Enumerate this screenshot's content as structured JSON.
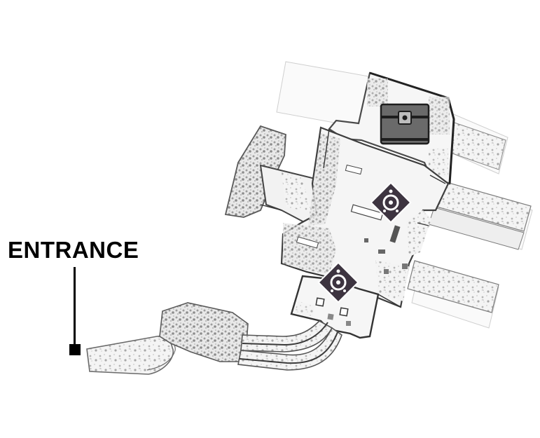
{
  "map": {
    "entrance_label": "ENTRANCE",
    "markers": [
      {
        "type": "entrance",
        "icon": "square-marker-icon"
      },
      {
        "type": "treasure-chest",
        "icon": "treasure-chest-icon"
      },
      {
        "type": "objective",
        "icon": "ring-diamond-icon"
      },
      {
        "type": "objective",
        "icon": "ring-diamond-icon"
      }
    ]
  },
  "colors": {
    "background": "#ffffff",
    "label": "#000000",
    "floor": "#f3f3f3",
    "wall": "#5a5a5a",
    "rubble": "#9a9a9a",
    "marker_diamond": "#3d3440",
    "chest_body": "#6a6a6a"
  }
}
